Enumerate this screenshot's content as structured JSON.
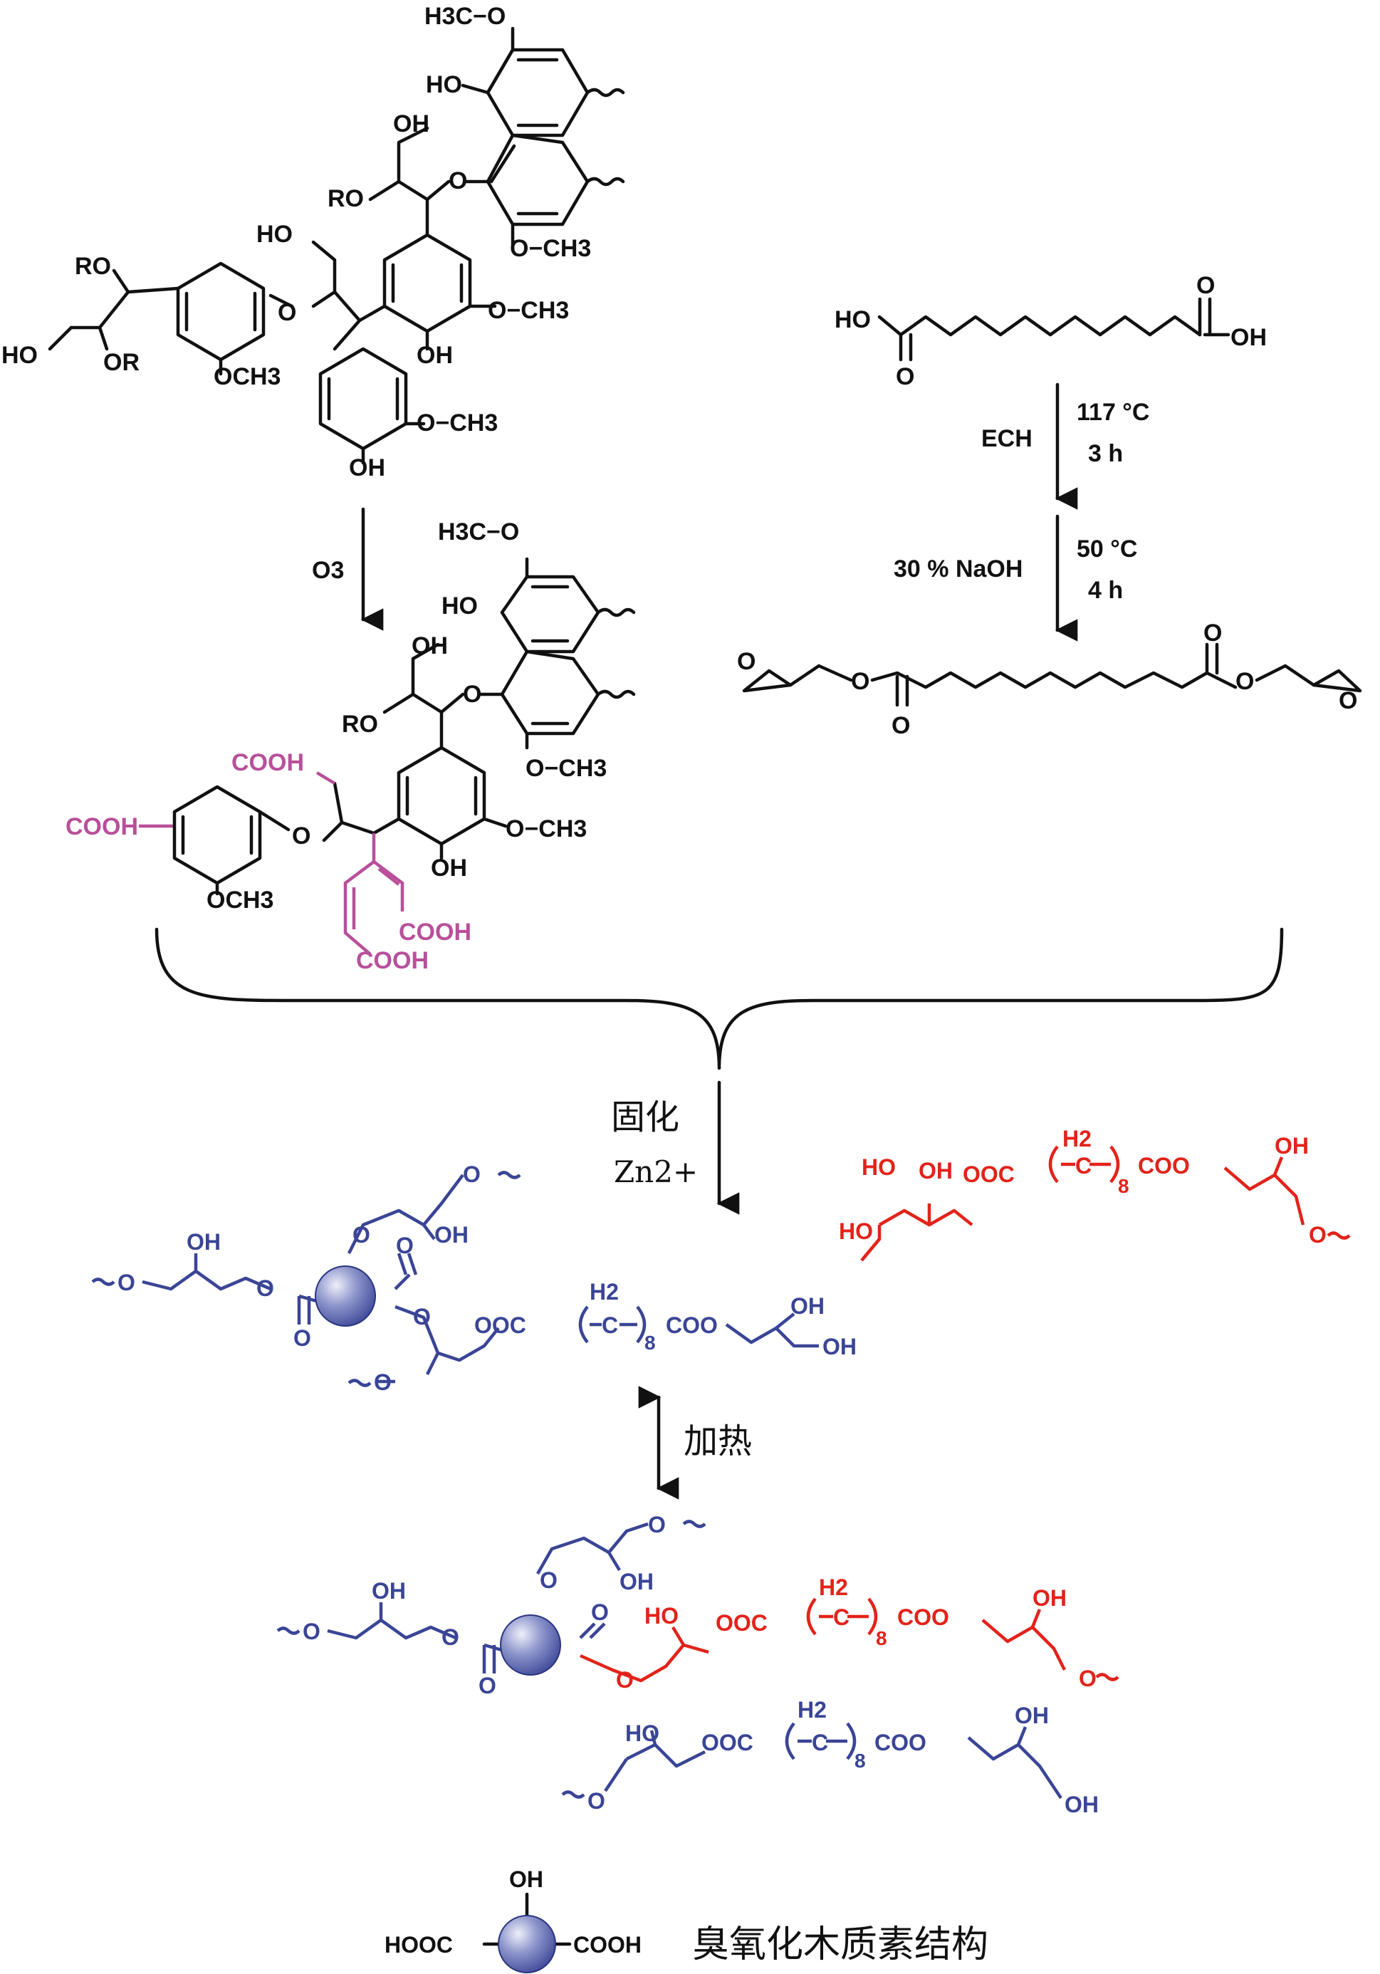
{
  "colors": {
    "black": "#111111",
    "purple": "#b8509a",
    "blue": "#3a4596",
    "red": "#e2231a",
    "sphere_light": "#d9dcef",
    "sphere_dark": "#3d4898"
  },
  "lignin": {
    "h3co_top": "H3C−O",
    "ho_a": "HO",
    "oh_a": "OH",
    "ro_a": "RO",
    "o_a": "O",
    "och3_a": "O−CH3",
    "ho_b": "HO",
    "ro_left": "RO",
    "ho_left": "HO",
    "or_left": "OR",
    "o_b": "O",
    "och3_b": "OCH3",
    "och3_c": "O−CH3",
    "oh_c": "OH",
    "och3_d": "O−CH3",
    "oh_d": "OH"
  },
  "step_ozone": {
    "reagent": "O3"
  },
  "ozonized": {
    "h3co": "H3C−O",
    "ho": "HO",
    "oh": "OH",
    "ro": "RO",
    "o1": "O",
    "och3_1": "O−CH3",
    "cooh_top": "COOH",
    "cooh_left": "COOH",
    "o2": "O",
    "och3_2": "OCH3",
    "och3_3": "O−CH3",
    "oh_3": "OH",
    "cooh_r": "COOH",
    "cooh_b": "COOH"
  },
  "sebacic": {
    "ho": "HO",
    "oh": "OH",
    "o1": "O",
    "o2": "O"
  },
  "step_ech": {
    "reagent": "ECH",
    "temp": "117 °C",
    "time": "3 h"
  },
  "step_naoh": {
    "reagent": "30 % NaOH",
    "temp": "50 °C",
    "time": "4 h"
  },
  "epoxide": {
    "o_ring_l": "O",
    "o_ring_r": "O",
    "o_ester_l": "O",
    "o_ester_r": "O",
    "o_co_l": "O",
    "o_co_r": "O"
  },
  "curing": {
    "label": "固化",
    "catalyst": "Zn2+"
  },
  "heating": {
    "label": "加热"
  },
  "network1": {
    "o_top": "O",
    "oh_top": "OH",
    "o_left": "O",
    "oh_left": "OH",
    "o_left2": "O",
    "o_ester_l": "O",
    "o_co": "O",
    "o_co_r": "O",
    "o_r1": "O",
    "ooc": "OOC",
    "h2": "H2",
    "sub8": "8",
    "coo": "COO",
    "oh_r": "OH",
    "oh_r2": "OH",
    "o_bl": "O"
  },
  "network_red": {
    "ho": "HO",
    "oh1": "OH",
    "ooc": "OOC",
    "h2": "H2",
    "sub8": "8",
    "coo": "COO",
    "oh2": "OH",
    "o": "O",
    "ho2": "HO"
  },
  "network2": {
    "o_top": "O",
    "oh_top": "OH",
    "o_left": "O",
    "oh_left": "OH",
    "o_left2": "O",
    "o_ester": "O",
    "o_co": "O",
    "o_co2": "O",
    "ho_red": "HO",
    "ooc_red": "OOC",
    "h2_red": "H2",
    "sub8_red": "8",
    "coo_red": "COO",
    "oh_red": "OH",
    "o_red": "O",
    "o_link": "O",
    "ho_b": "HO",
    "ooc_b": "OOC",
    "h2_b": "H2",
    "sub8_b": "8",
    "coo_b": "COO",
    "oh_b": "OH",
    "o_b": "O",
    "oh_b2": "OH"
  },
  "legend": {
    "oh": "OH",
    "hooc": "HOOC",
    "cooh": "COOH",
    "caption": "臭氧化木质素结构"
  }
}
